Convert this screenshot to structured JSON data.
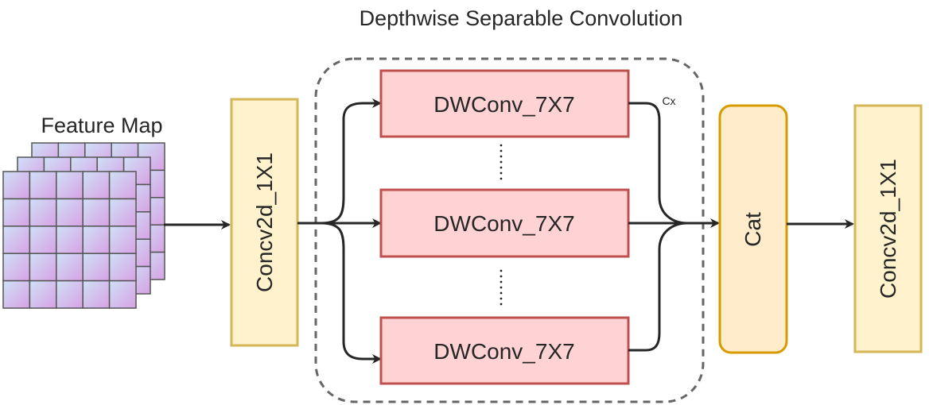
{
  "title": "Depthwise Separable Convolution",
  "input_label": "Feature Map",
  "conv_in": {
    "label": "Concv2d_1X1"
  },
  "dw_branches": [
    {
      "label": "DWConv_7X7"
    },
    {
      "label": "DWConv_7X7"
    },
    {
      "label": "DWConv_7X7"
    }
  ],
  "group_annotation": "Cx",
  "cat": {
    "label": "Cat"
  },
  "conv_out": {
    "label": "Concv2d_1X1"
  },
  "colors": {
    "conv_fill": "#fff2cc",
    "conv_stroke": "#d6b656",
    "dw_fill": "#ffd3d3",
    "dw_stroke": "#c0504d",
    "cat_fill": "#ffeccb",
    "cat_stroke": "#d79b00",
    "grid_fill_a": "#cfe0f7",
    "grid_fill_b": "#d9a6e6",
    "grid_stroke": "#555555",
    "line": "#262626",
    "dashed_border": "#666666"
  }
}
